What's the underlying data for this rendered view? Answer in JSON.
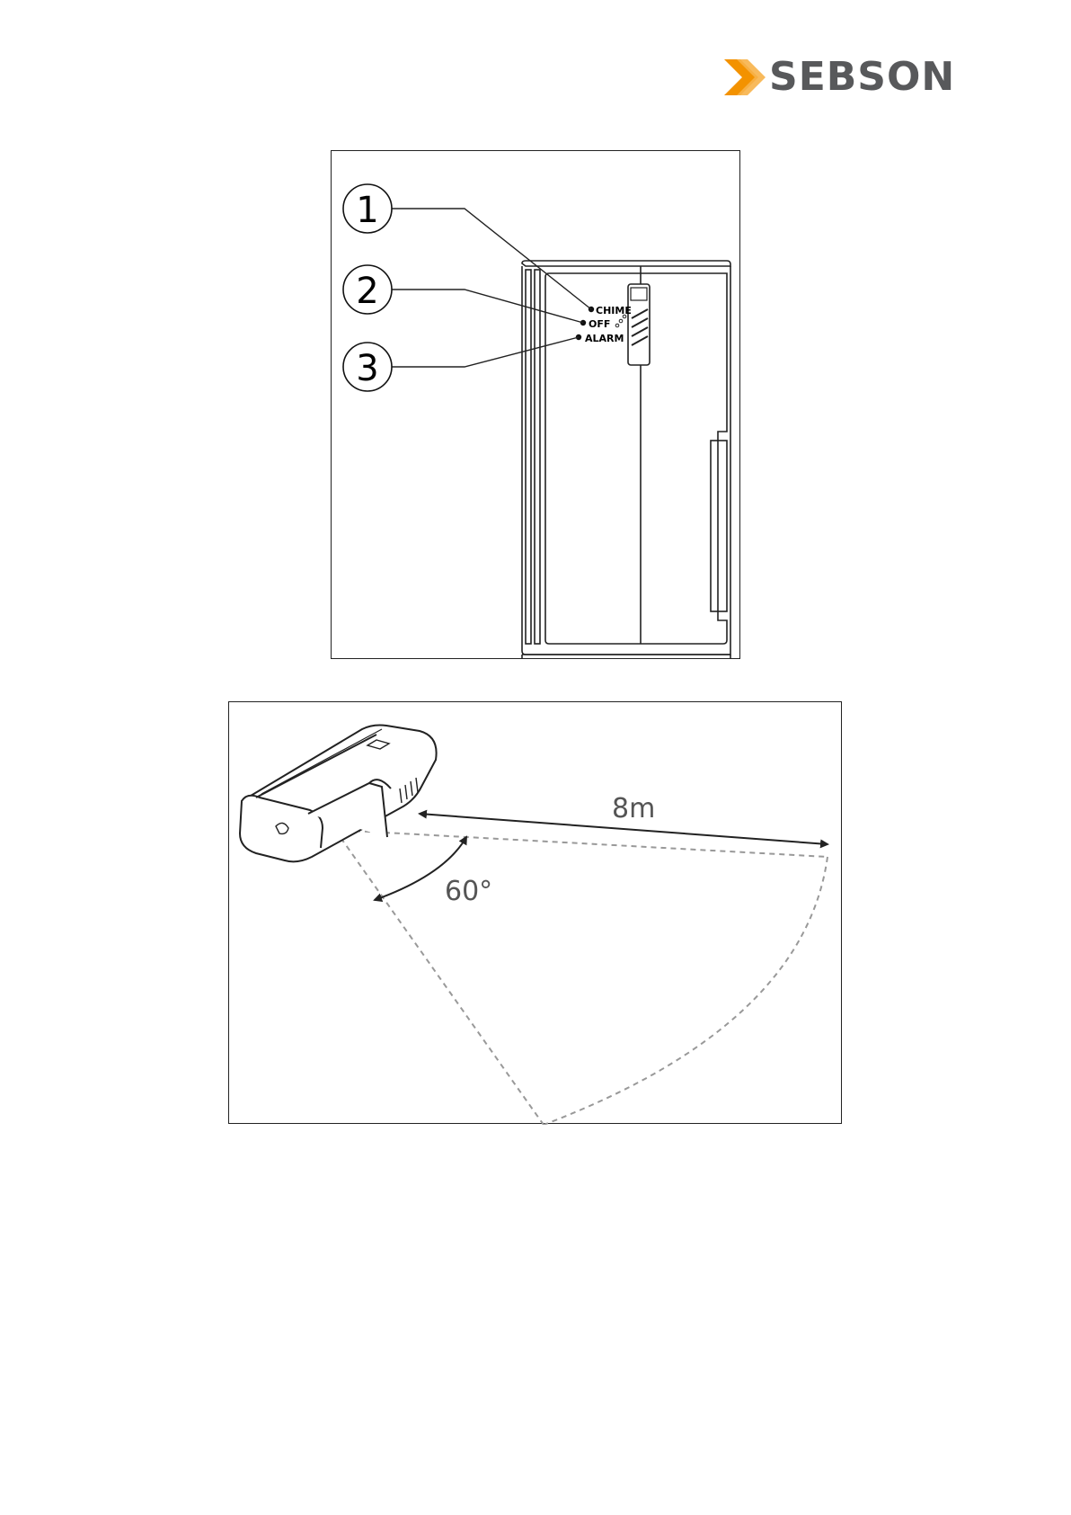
{
  "brand": {
    "name": "SEBSON",
    "text_color": "#58595b",
    "arrow_color": "#f39200"
  },
  "switch_diagram": {
    "callouts": [
      {
        "number": "1",
        "label": "CHIME"
      },
      {
        "number": "2",
        "label": "OFF"
      },
      {
        "number": "3",
        "label": "ALARM"
      }
    ]
  },
  "range_diagram": {
    "distance": "8m",
    "angle": "60°"
  }
}
